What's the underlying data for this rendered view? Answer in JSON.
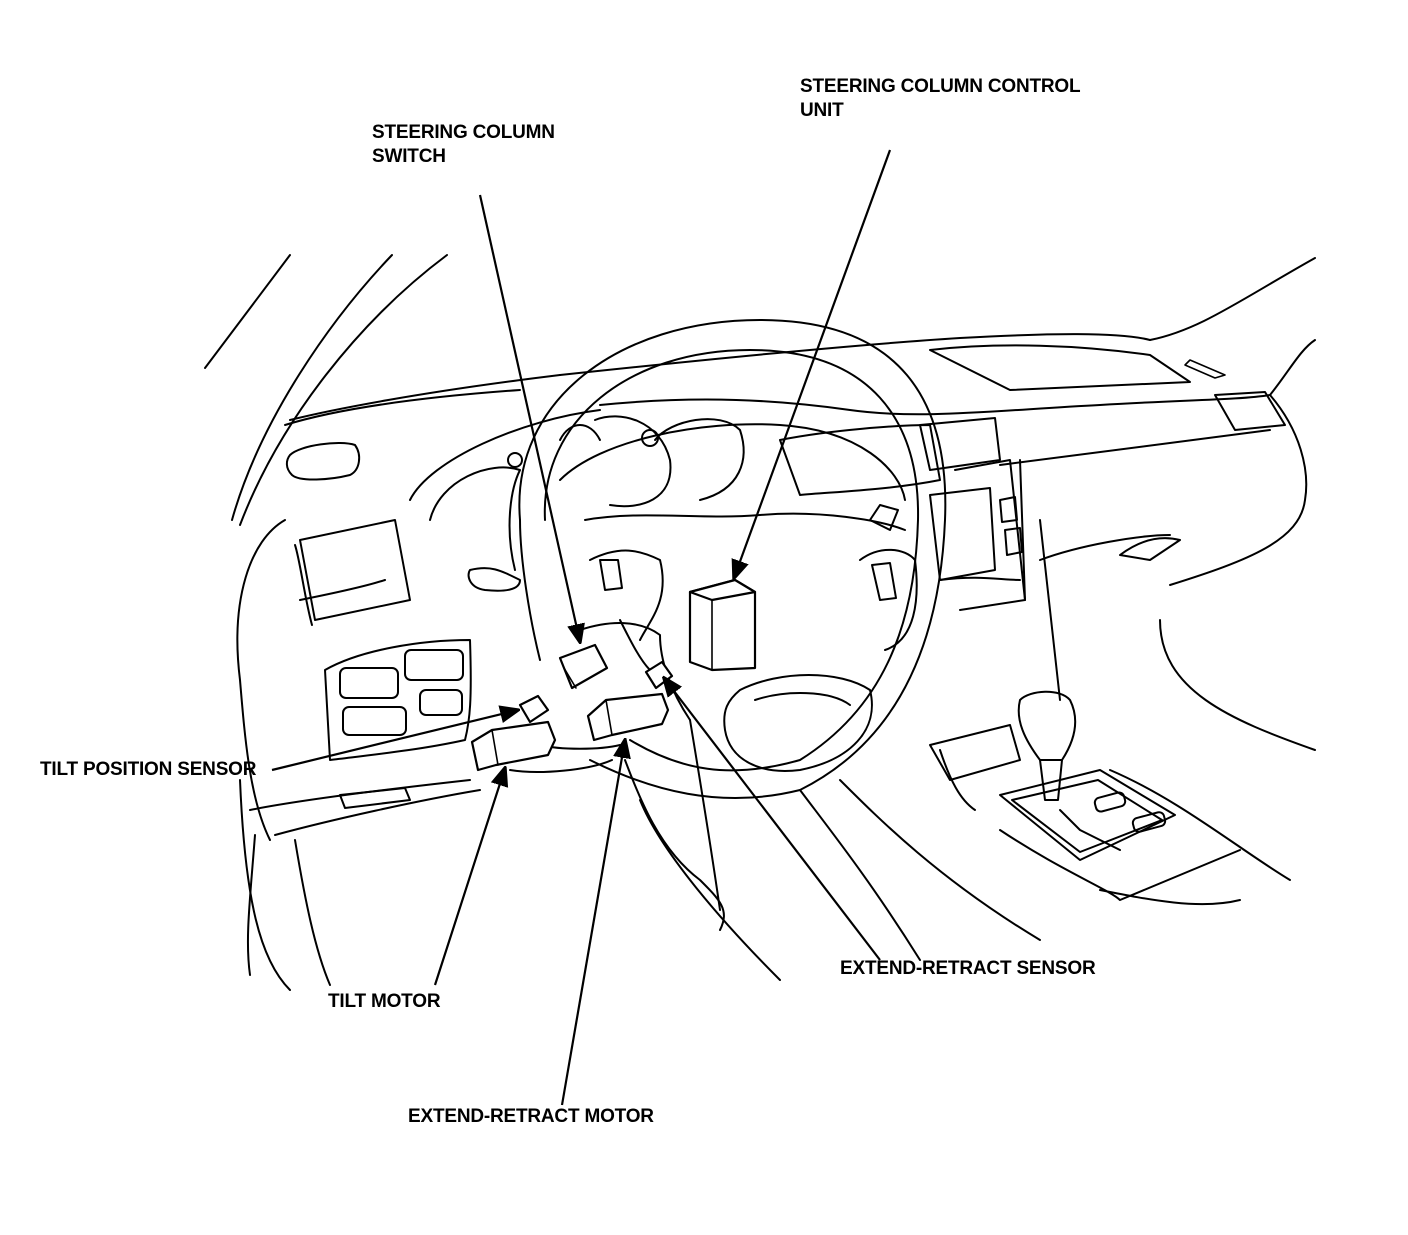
{
  "labels": {
    "control_unit": [
      "STEERING COLUMN CONTROL",
      "UNIT"
    ],
    "column_switch": [
      "STEERING COLUMN",
      "SWITCH"
    ],
    "tilt_position_sensor": "TILT POSITION SENSOR",
    "tilt_motor": "TILT MOTOR",
    "extend_retract_motor": "EXTEND-RETRACT MOTOR",
    "extend_retract_sensor": "EXTEND-RETRACT SENSOR"
  },
  "colors": {
    "ink": "#000000",
    "paper": "#ffffff"
  }
}
